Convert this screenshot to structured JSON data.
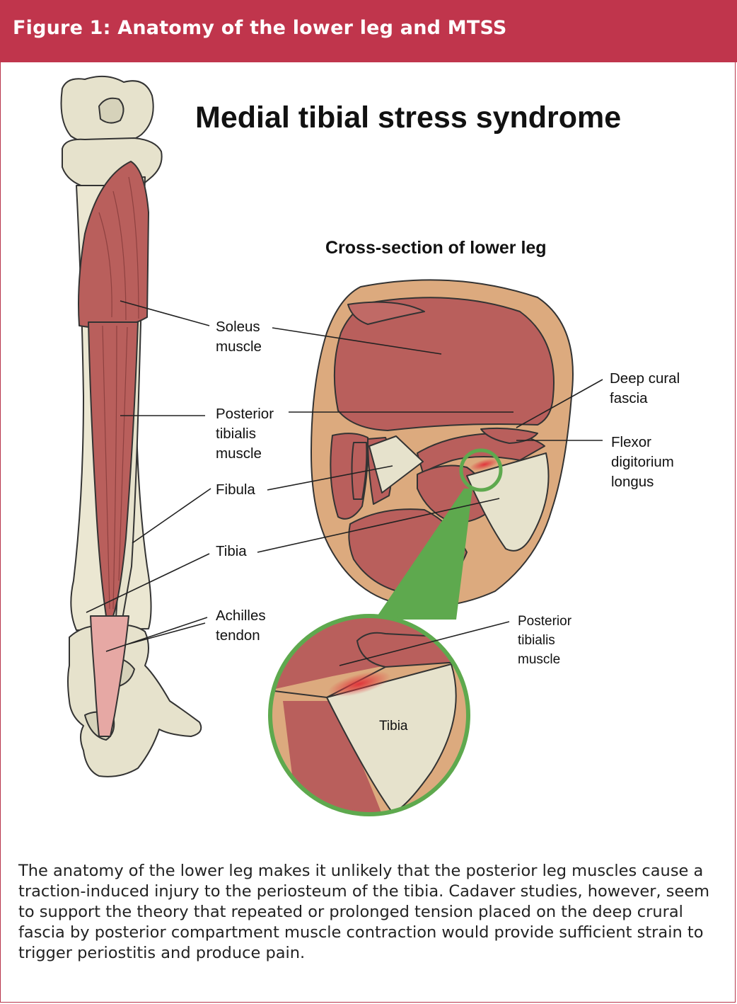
{
  "header": {
    "title": "Figure 1: Anatomy of the lower leg and MTSS"
  },
  "diagram": {
    "title": "Medial tibial stress syndrome",
    "subtitle": "Cross-section of lower leg",
    "labels": {
      "soleus": "Soleus\nmuscle",
      "posterior_tibialis": "Posterior\ntibialis\nmuscle",
      "fibula": "Fibula",
      "tibia": "Tibia",
      "achilles": "Achilles\ntendon",
      "deep_cural_fascia": "Deep cural\nfascia",
      "flexor_digitorium": "Flexor\ndigitorium\nlongus",
      "posterior_tibialis_inset": "Posterior\ntibialis\nmuscle",
      "tibia_inset": "Tibia"
    }
  },
  "caption": "The anatomy of the lower leg makes it unlikely that the posterior leg muscles cause a traction-induced injury to the periosteum of the tibia. Cadaver studies, however, seem to support the theory that repeated or prolonged tension placed on the deep crural fascia by posterior compartment muscle contraction would provide sufficient strain to trigger periostitis and produce pain.",
  "colors": {
    "header": "#c0354c",
    "bone": "#e6e2cc",
    "muscle": "#b95f5c",
    "skin": "#dcaa7e",
    "zoom": "#5ea94e",
    "inflammation": "#e0353b"
  }
}
